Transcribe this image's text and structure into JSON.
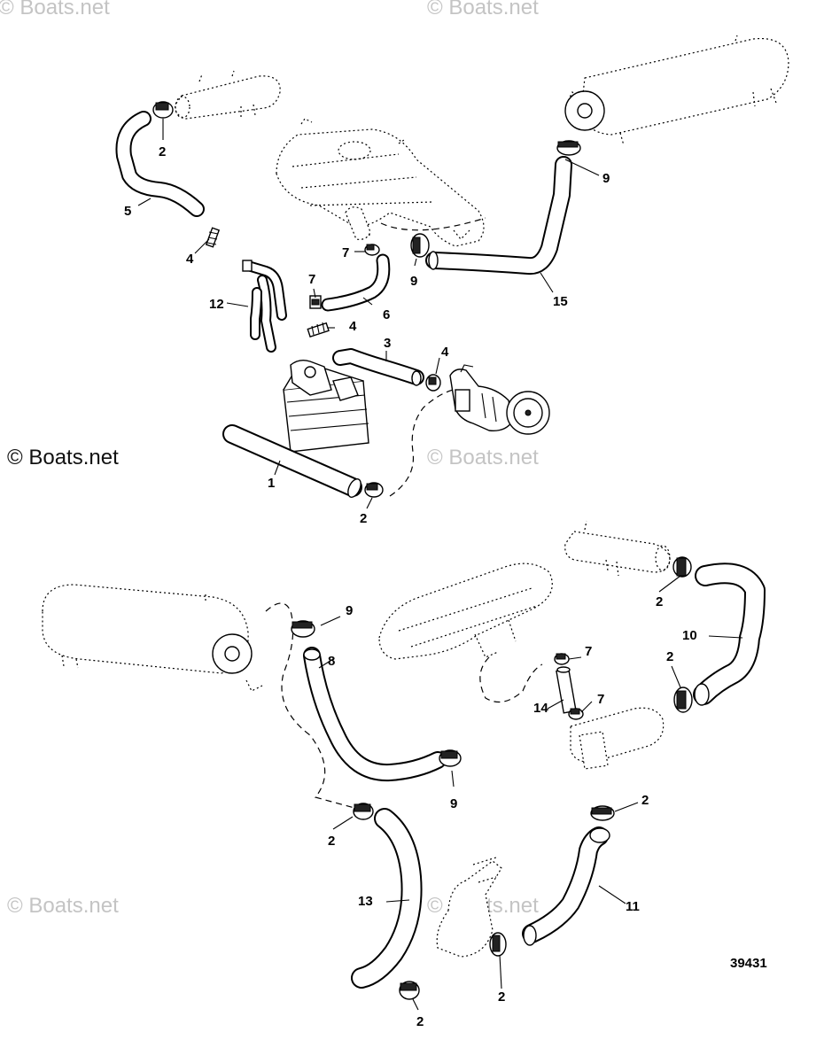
{
  "watermarks": {
    "top_left": "© Boats.net",
    "top_center": "© Boats.net",
    "mid_left": "© Boats.net",
    "mid_center": "© Boats.net",
    "bottom_left": "© Boats.net",
    "bottom_center": "© Boats.net"
  },
  "figure_number": "39431",
  "callouts": {
    "c1": "1",
    "c2a": "2",
    "c2b": "2",
    "c2c": "2",
    "c2d": "2",
    "c2e": "2",
    "c2f": "2",
    "c2g": "2",
    "c2h": "2",
    "c3": "3",
    "c4a": "4",
    "c4b": "4",
    "c4c": "4",
    "c5": "5",
    "c6": "6",
    "c7a": "7",
    "c7b": "7",
    "c7c": "7",
    "c7d": "7",
    "c8": "8",
    "c9a": "9",
    "c9b": "9",
    "c9c": "9",
    "c9d": "9",
    "c10": "10",
    "c11": "11",
    "c12": "12",
    "c13": "13",
    "c14": "14",
    "c15": "15"
  }
}
